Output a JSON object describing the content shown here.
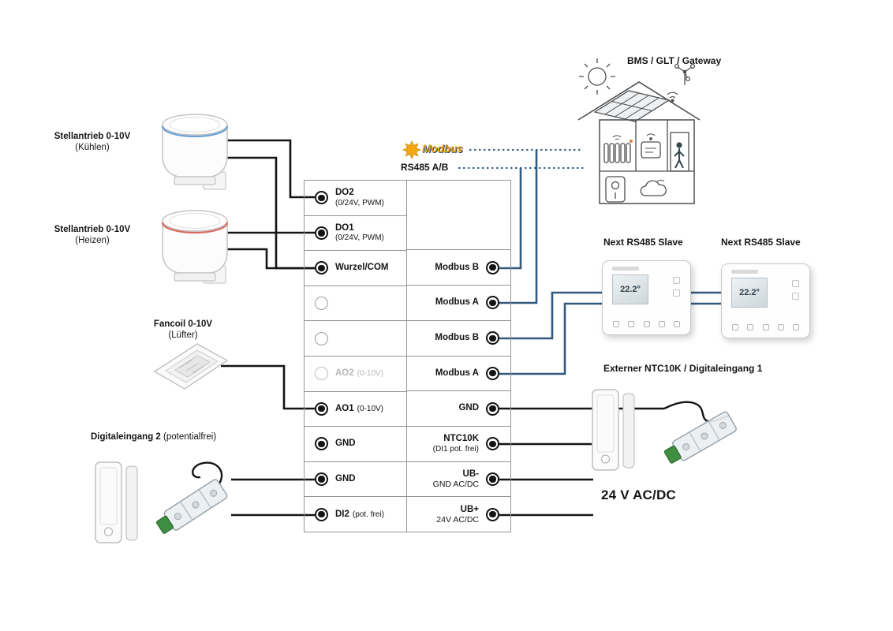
{
  "diagram": {
    "bms_label": "BMS / GLT / Gateway",
    "modbus_logo_text": "Modbus",
    "rs485_label": "RS485 A/B",
    "external_sensor_label": "Externer NTC10K / Digitaleingang 1",
    "power_label": "24 V AC/DC"
  },
  "devices": {
    "actuator_cool": {
      "name": "Stellantrieb 0-10V",
      "mode": "(Kühlen)"
    },
    "actuator_heat": {
      "name": "Stellantrieb 0-10V",
      "mode": "(Heizen)"
    },
    "fancoil": {
      "name": "Fancoil 0-10V",
      "mode": "(Lüfter)"
    },
    "digital_input_2": {
      "name": "Digitaleingang 2",
      "mode": "(potentialfrei)"
    },
    "slave_1": {
      "name": "Next RS485 Slave",
      "display_value": "22.2°"
    },
    "slave_2": {
      "name": "Next RS485 Slave",
      "display_value": "22.2°"
    }
  },
  "terminal_block": {
    "left": [
      {
        "label": "DO2",
        "sub": "(0/24V, PWM)",
        "state": "filled"
      },
      {
        "label": "DO1",
        "sub": "(0/24V, PWM)",
        "state": "filled"
      },
      {
        "label": "Wurzel/COM",
        "sub": "",
        "state": "filled"
      },
      {
        "label": "",
        "sub": "",
        "state": "empty"
      },
      {
        "label": "",
        "sub": "",
        "state": "empty"
      },
      {
        "label": "AO2",
        "sub": "(0-10V)",
        "state": "disabled"
      },
      {
        "label": "AO1",
        "sub": "(0-10V)",
        "state": "filled"
      },
      {
        "label": "GND",
        "sub": "",
        "state": "filled"
      },
      {
        "label": "GND",
        "sub": "",
        "state": "filled"
      },
      {
        "label": "DI2",
        "sub": "(pot. frei)",
        "state": "filled"
      }
    ],
    "right": [
      {
        "label": "Modbus B",
        "sub": ""
      },
      {
        "label": "Modbus A",
        "sub": ""
      },
      {
        "label": "Modbus B",
        "sub": ""
      },
      {
        "label": "Modbus A",
        "sub": ""
      },
      {
        "label": "GND",
        "sub": ""
      },
      {
        "label": "NTC10K",
        "sub": "(DI1 pot. frei)"
      },
      {
        "label": "UB-",
        "sub": "GND AC/DC"
      },
      {
        "label": "UB+",
        "sub": "24V AC/DC"
      }
    ]
  },
  "colors": {
    "wire_black": "#141414",
    "wire_blue": "#33597E",
    "modbus_orange": "#F5A713",
    "accent_cool": "#6AA1D8",
    "accent_heat": "#D96A5F",
    "table_border": "#949494"
  },
  "icons": [
    "modbus-gear-icon",
    "sun-icon",
    "wind-sensor-icon",
    "wifi-icon",
    "solar-panel-icon",
    "radiator-icon",
    "wall-thermostat-icon",
    "person-icon",
    "boiler-icon",
    "cloud-icon",
    "terminal-dot"
  ]
}
